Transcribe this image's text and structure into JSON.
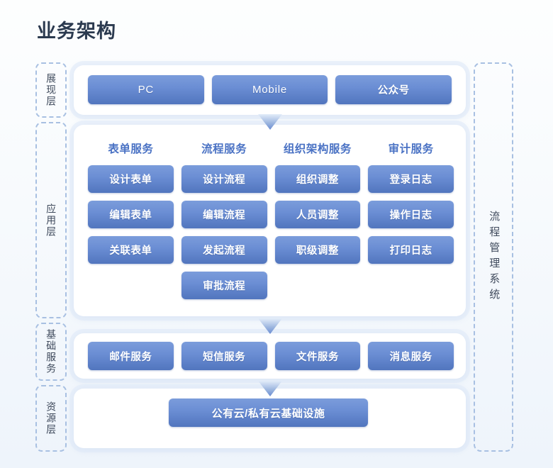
{
  "page": {
    "title": "业务架构",
    "background": "#f7fafd",
    "accent": "#6b8ed4",
    "header_text_color": "#4a72c4",
    "tag_border_color": "#a8c0e2"
  },
  "right_label": {
    "text": "流程管理系统"
  },
  "layers": [
    {
      "id": "presentation",
      "tag": "展现层"
    },
    {
      "id": "application",
      "tag": "应用层"
    },
    {
      "id": "basic",
      "tag": "基础服务"
    },
    {
      "id": "resource",
      "tag": "资源层"
    }
  ],
  "presentation": {
    "items": [
      {
        "label": "PC",
        "latin": true
      },
      {
        "label": "Mobile",
        "latin": true
      },
      {
        "label": "公众号",
        "latin": false
      }
    ]
  },
  "application": {
    "columns": [
      {
        "header": "表单服务",
        "items": [
          "设计表单",
          "编辑表单",
          "关联表单"
        ]
      },
      {
        "header": "流程服务",
        "items": [
          "设计流程",
          "编辑流程",
          "发起流程",
          "审批流程"
        ]
      },
      {
        "header": "组织架构服务",
        "items": [
          "组织调整",
          "人员调整",
          "职级调整"
        ]
      },
      {
        "header": "审计服务",
        "items": [
          "登录日志",
          "操作日志",
          "打印日志"
        ]
      }
    ]
  },
  "basic_services": {
    "items": [
      "邮件服务",
      "短信服务",
      "文件服务",
      "消息服务"
    ]
  },
  "resource": {
    "items": [
      "公有云/私有云基础设施"
    ]
  },
  "arrows": [
    {
      "name": "arrow-presentation-to-application"
    },
    {
      "name": "arrow-application-to-basic"
    },
    {
      "name": "arrow-basic-to-resource"
    }
  ]
}
